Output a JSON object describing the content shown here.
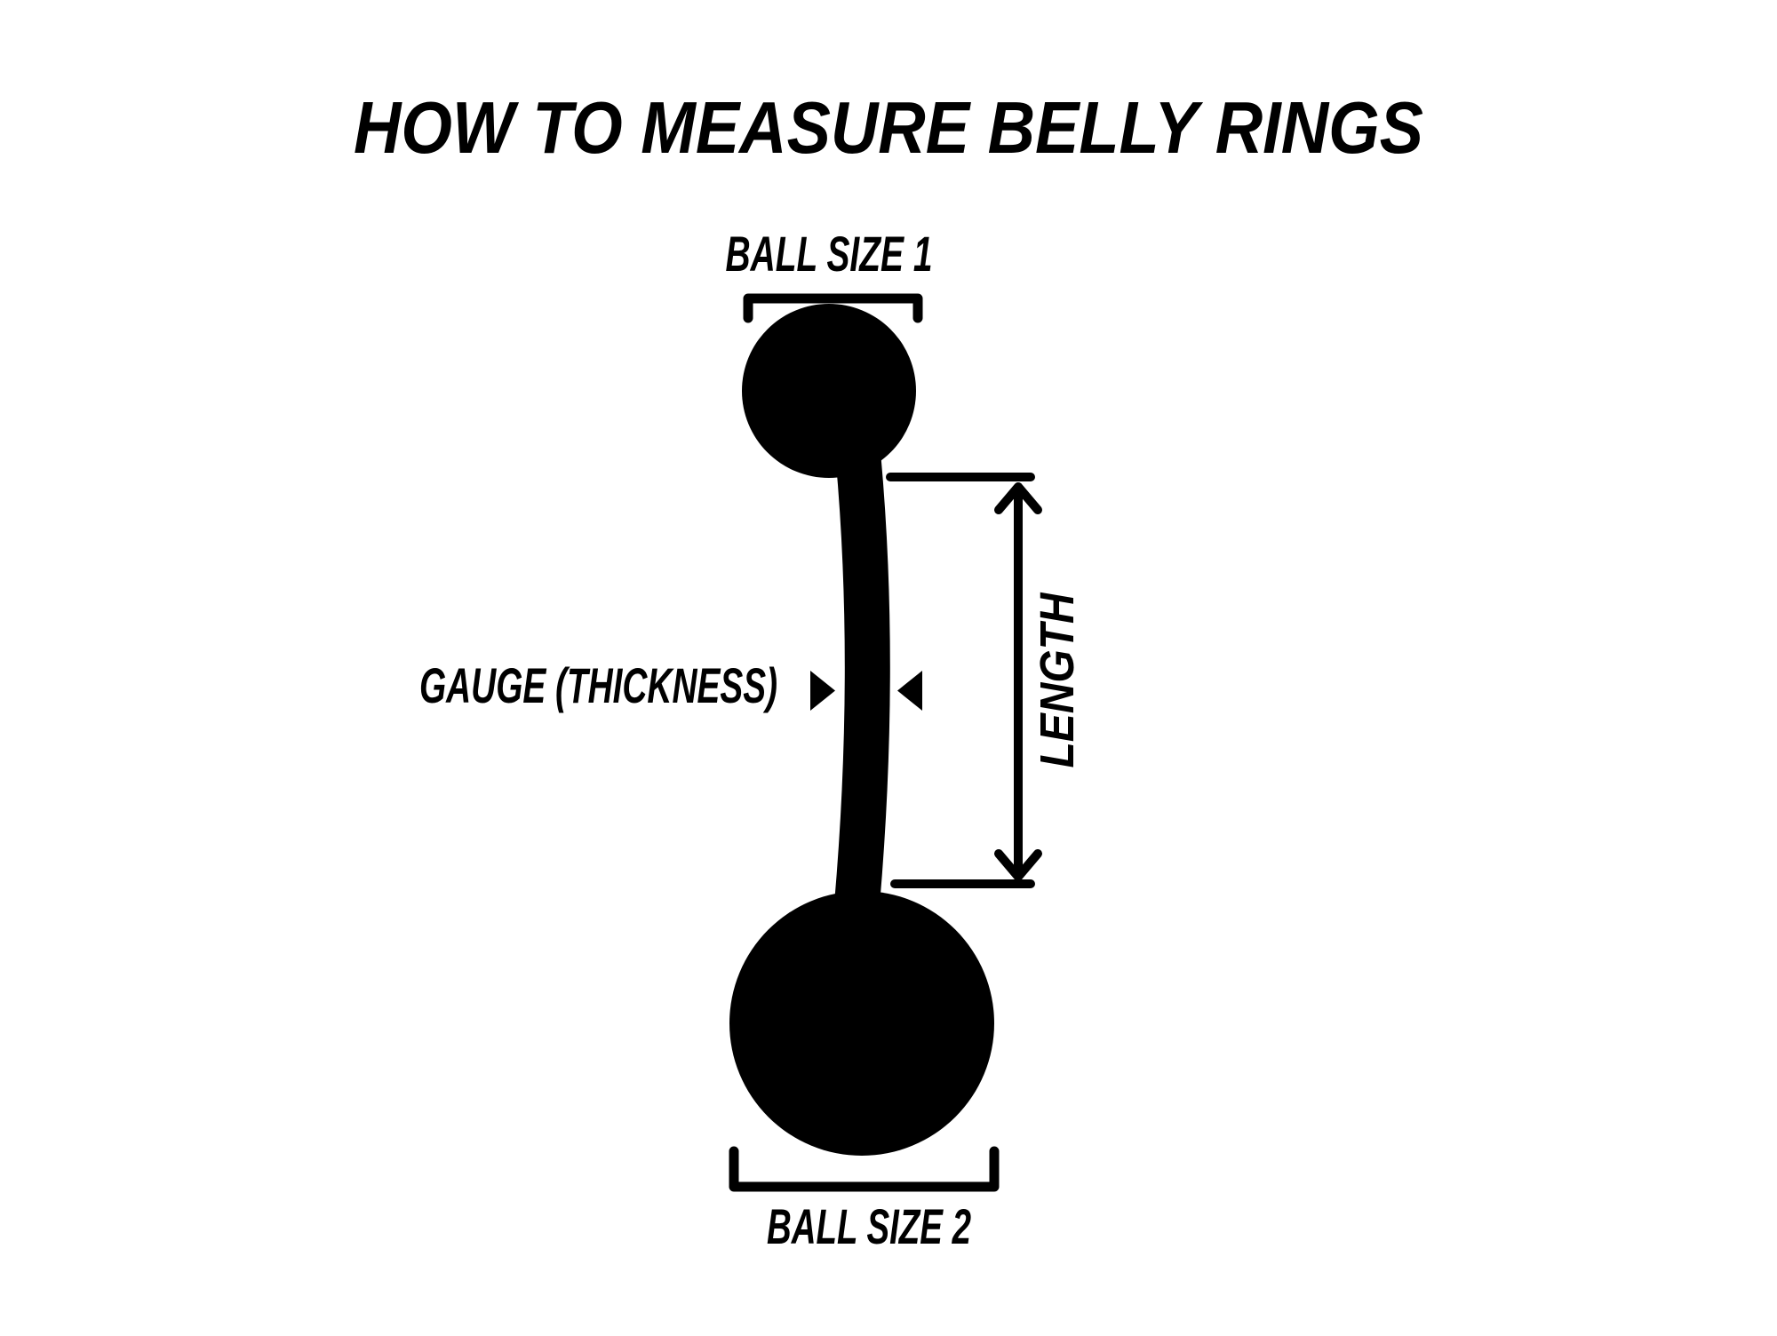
{
  "diagram": {
    "title": "HOW TO MEASURE BELLY RINGS",
    "labels": {
      "ball_size_1": "BALL SIZE 1",
      "gauge": "GAUGE (THICKNESS)",
      "length": "LENGTH",
      "ball_size_2": "BALL SIZE 2"
    },
    "colors": {
      "ink": "#000000",
      "background": "#ffffff"
    }
  }
}
